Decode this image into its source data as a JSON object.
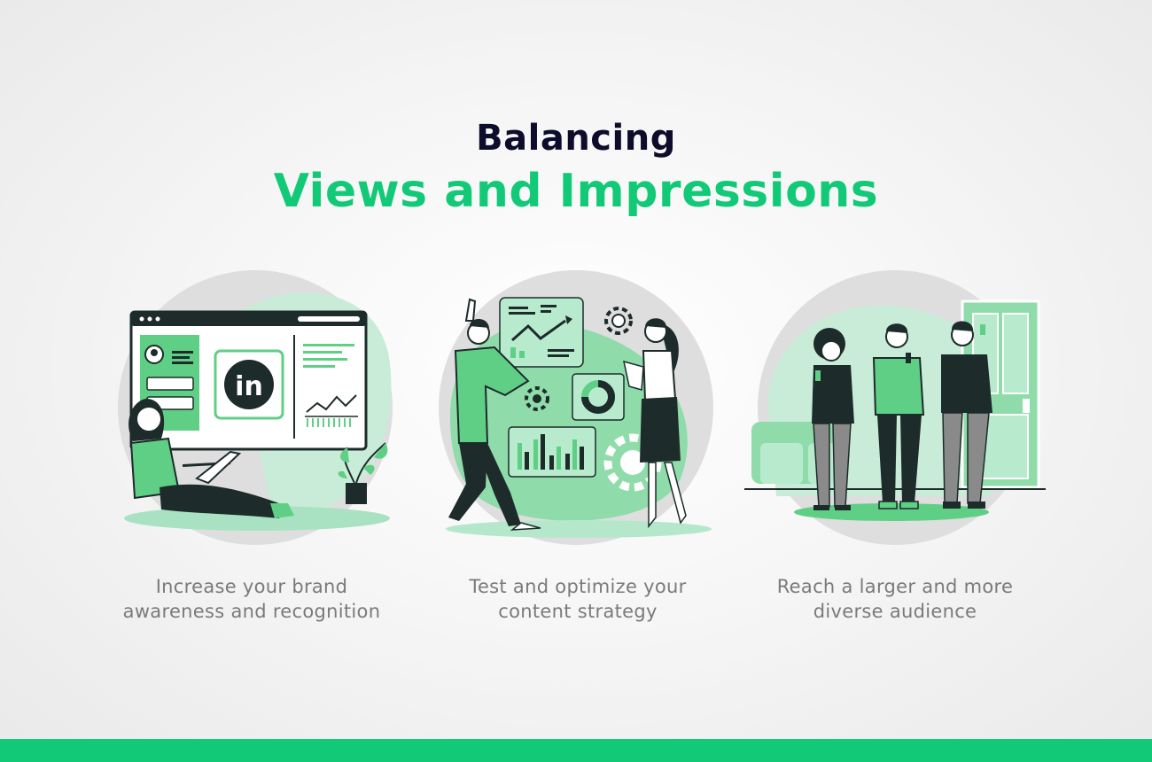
{
  "title": {
    "line1": "Balancing",
    "line2": "Views and Impressions"
  },
  "panels": [
    {
      "caption": "Increase your brand awareness and recognition",
      "logo_text": "in"
    },
    {
      "caption": "Test and optimize your content strategy"
    },
    {
      "caption": "Reach a larger and more diverse audience"
    }
  ],
  "colors": {
    "accent": "#12c978",
    "light_green": "#c9ecd8",
    "mid_green": "#5fcf85",
    "dark": "#1d2b2b",
    "title_dark": "#0d0d2b",
    "caption": "#7a7a7a",
    "circle_gray": "#dedede"
  }
}
